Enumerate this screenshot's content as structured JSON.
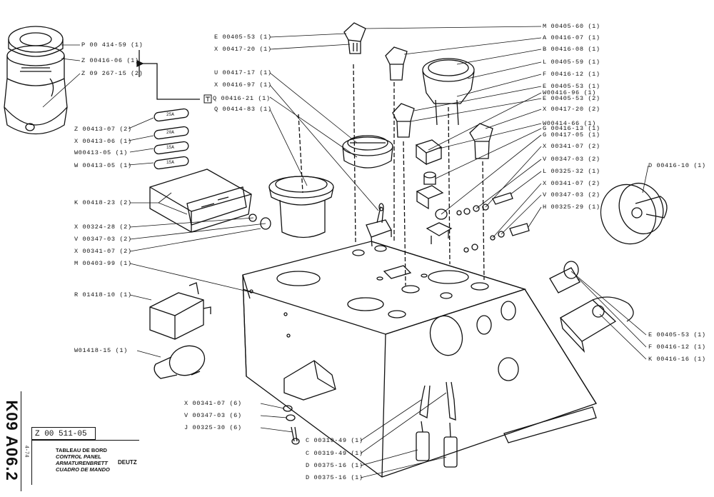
{
  "sheet": {
    "side_code": "K09 A06.2",
    "date": "4-74",
    "part_code": "Z 00 511-05",
    "title_fr": "TABLEAU DE BORD",
    "title_en": "CONTROL PANEL",
    "title_de": "ARMATURENBRETT",
    "title_es": "CUADRO DE MANDO",
    "maker": "DEUTZ"
  },
  "callouts": {
    "top_left": [
      "P 00 414-59 (1)",
      "Z 00416-06 (1)",
      "Z 09 267-15 (2)"
    ],
    "fuses": [
      "Z 00413-07 (2)",
      "X 00413-06 (1)",
      "W00413-05 (1)",
      "W 00413-05 (1)"
    ],
    "left": [
      "K 00418-23 (2)",
      "X 00324-28 (2)",
      "V 00347-03 (2)",
      "X 00341-07 (2)",
      "M 00403-99 (1)",
      "R 01418-10 (1)",
      "W01418-15 (1)"
    ],
    "center_left": [
      "E 00405-53 (1)",
      "X 00417-20 (1)",
      "U 00417-17 (1)",
      "X 00416-97 (1)",
      "Q 00416-21 (1)",
      "Q 00414-83 (1)"
    ],
    "right": [
      "M 00405-60 (1)",
      "A 00416-07 (1)",
      "B 00416-08 (1)",
      "L 00405-59 (1)",
      "F 00416-12 (1)",
      "E 00405-53 (1)",
      "W00416-96 (1)",
      "E 00405-53 (2)",
      "X 00417-20 (2)",
      "W00414-66 (1)",
      "G 00416-13 (1)",
      "G 00417-05 (1)",
      "X 00341-07 (2)",
      "V 00347-03 (2)",
      "L 00325-32 (1)",
      "X 00341-07 (2)",
      "V 00347-03 (2)",
      "H 00325-29 (1)"
    ],
    "far_right": [
      "D 00416-10 (1)",
      "E 00405-53 (1)",
      "F 00416-12 (1)",
      "K 00416-16 (1)"
    ],
    "bottom": [
      "X 00341-07 (6)",
      "V 00347-03 (6)",
      "J 00325-30 (6)",
      "C 00319-49 (1)",
      "C 00319-49 (1)",
      "D 00375-16 (1)",
      "D 00375-16 (1)"
    ],
    "fuse_ratings": [
      "25A",
      "20A",
      "15A",
      "15A"
    ]
  }
}
